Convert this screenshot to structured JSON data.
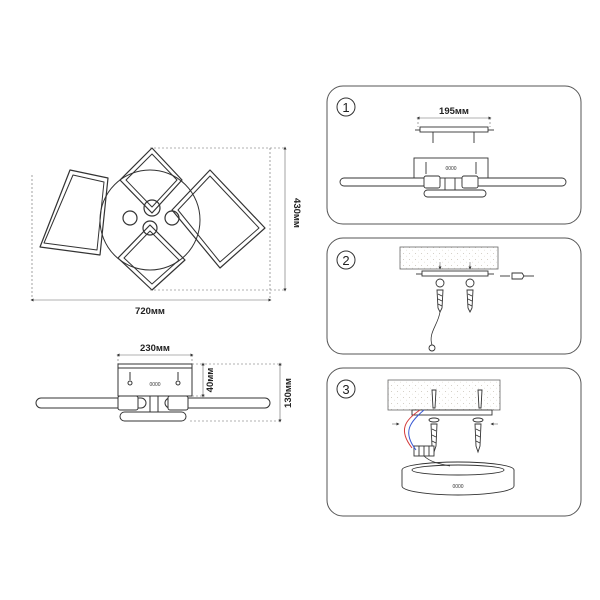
{
  "dimensions": {
    "top_width": "720мм",
    "top_height": "430мм",
    "side_base_width": "230мм",
    "side_base_height": "40мм",
    "side_total_height": "130мм"
  },
  "steps": [
    {
      "number": "1",
      "dimension": "195мм",
      "body_label": "0000"
    },
    {
      "number": "2"
    },
    {
      "number": "3",
      "body_label": "0000"
    }
  ],
  "side_view_label": "0000",
  "colors": {
    "line": "#333333",
    "panel_border": "#555555",
    "wire_red": "#d43a3a",
    "wire_blue": "#3a5ad4",
    "ceiling_fill": "#f4f0ea"
  }
}
